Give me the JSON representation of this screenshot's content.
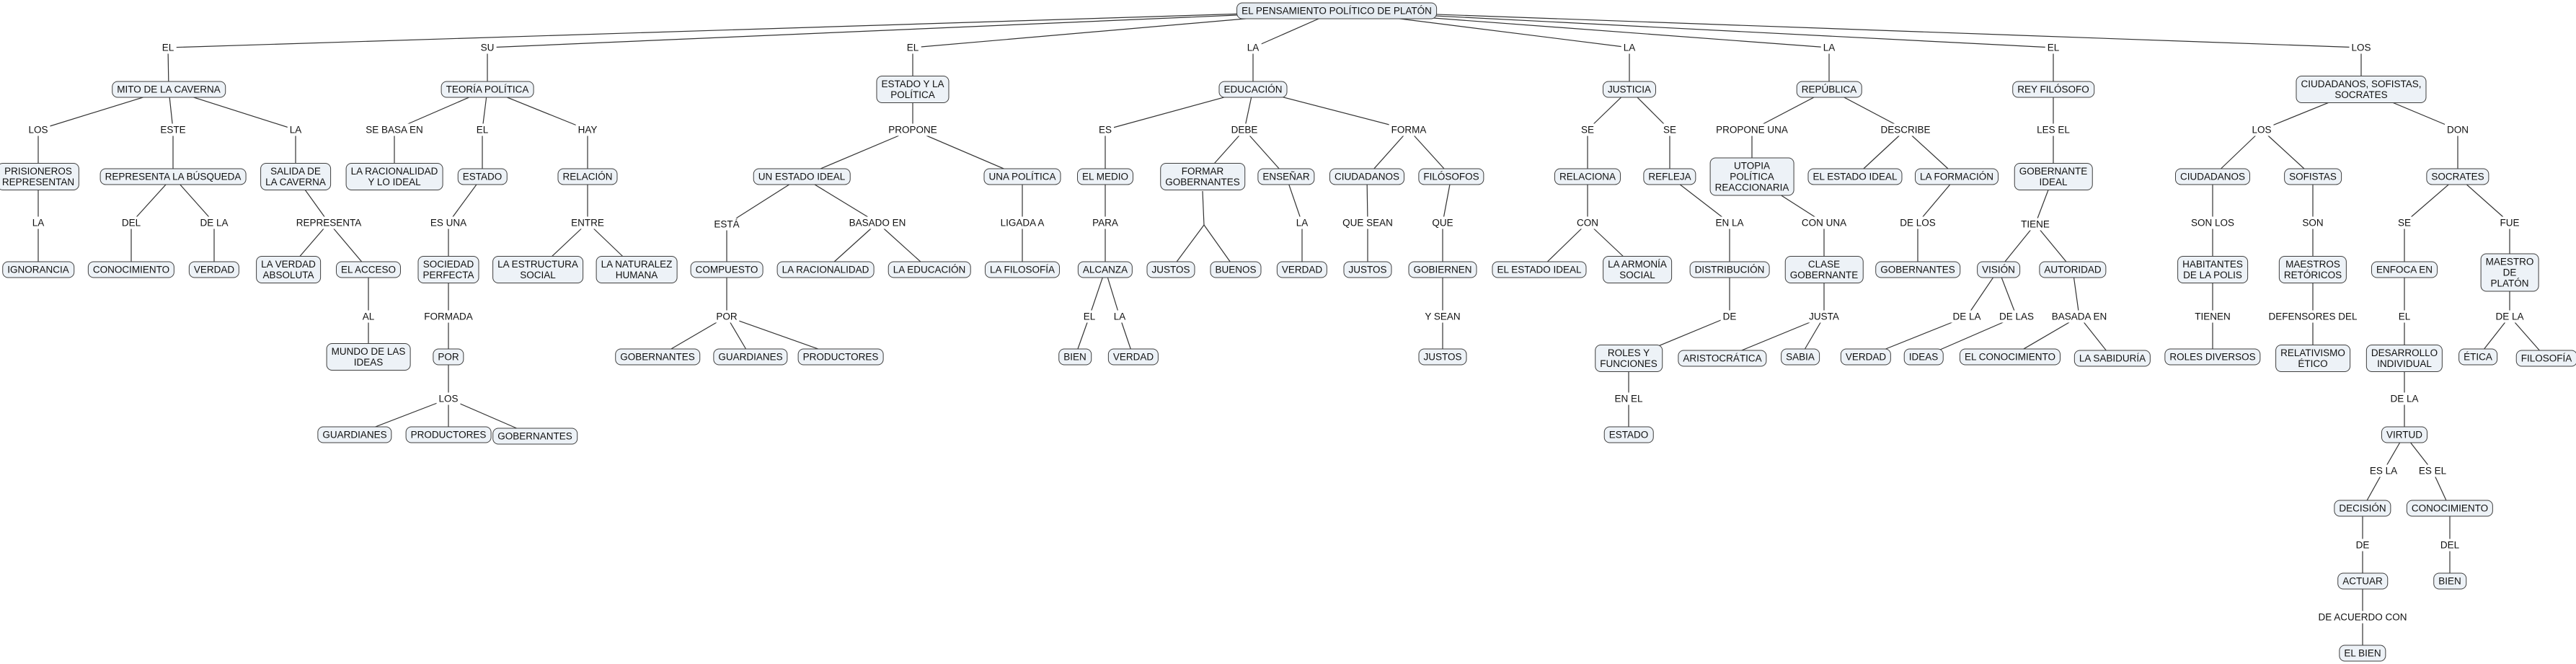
{
  "title": "EL PENSAMIENTO POLÍTICO DE PLATÓN",
  "nodes": {
    "root": "EL PENSAMIENTO POLÍTICO DE PLATÓN",
    "mito": "MITO DE LA CAVERNA",
    "prisioneros": "PRISIONEROS\nREPRESENTAN",
    "ignorancia": "IGNORANCIA",
    "busqueda": "REPRESENTA LA BÚSQUEDA",
    "conocimiento1": "CONOCIMIENTO",
    "verdad1": "VERDAD",
    "salida": "SALIDA DE\nLA CAVERNA",
    "verdadAbs": "LA VERDAD\nABSOLUTA",
    "acceso": "EL ACCESO",
    "mundoIdeas": "MUNDO DE LAS\nIDEAS",
    "teoria": "TEORÍA POLÍTICA",
    "racionalidad1": "LA RACIONALIDAD\nY LO IDEAL",
    "estado1": "ESTADO",
    "sociedad": "SOCIEDAD\nPERFECTA",
    "por1": "POR",
    "guardianes1": "GUARDIANES",
    "productores1": "PRODUCTORES",
    "gobernantes1": "GOBERNANTES",
    "relacion": "RELACIÓN",
    "estructura": "LA ESTRUCTURA\nSOCIAL",
    "naturaleza": "LA NATURALEZ\nHUMANA",
    "estadoPol": "ESTADO Y LA\nPOLÍTICA",
    "estadoIdeal": "UN ESTADO IDEAL",
    "compuesto": "COMPUESTO",
    "gobernantes2": "GOBERNANTES",
    "guardianes2": "GUARDIANES",
    "productores2": "PRODUCTORES",
    "racionalidad2": "LA RACIONALIDAD",
    "educacion1": "LA EDUCACIÓN",
    "unaPolitica": "UNA POLÍTICA",
    "filosofia1": "LA FILOSOFÍA",
    "educacion": "EDUCACIÓN",
    "medio": "EL MEDIO",
    "alcanza": "ALCANZA",
    "bien1": "BIEN",
    "verdad2": "VERDAD",
    "formar": "FORMAR\nGOBERNANTES",
    "justos1": "JUSTOS",
    "buenos": "BUENOS",
    "ensenar": "ENSEÑAR",
    "verdad3": "VERDAD",
    "ciudadanos1": "CIUDADANOS",
    "justos2": "JUSTOS",
    "filosofos": "FILÓSOFOS",
    "gobiernen": "GOBIERNEN",
    "justos3": "JUSTOS",
    "justicia": "JUSTICIA",
    "relaciona": "RELACIONA",
    "estadoIdeal2": "EL ESTADO IDEAL",
    "armonia": "LA ARMONÍA\nSOCIAL",
    "refleja": "REFLEJA",
    "distribucion": "DISTRIBUCIÓN",
    "roles": "ROLES Y\nFUNCIONES",
    "estado2": "ESTADO",
    "republica": "REPÚBLICA",
    "utopia": "UTOPIA\nPOLÍTICA\nREACCIONARIA",
    "estadoIdeal3": "EL ESTADO IDEAL",
    "formacion": "LA FORMACIÓN",
    "gobernantes3": "GOBERNANTES",
    "claseGob": "CLASE\nGOBERNANTE",
    "aristocratica": "ARISTOCRÁTICA",
    "sabia": "SABIA",
    "reyFilosofo": "REY FILÓSOFO",
    "gobIdeal": "GOBERNANTE\nIDEAL",
    "vision": "VISIÓN",
    "verdad4": "VERDAD",
    "ideas": "IDEAS",
    "autoridad": "AUTORIDAD",
    "conocimiento2": "EL CONOCIMIENTO",
    "sabiduria": "LA SABIDURÍA",
    "ciudSof": "CIUDADANOS, SOFISTAS,\nSOCRATES",
    "ciudadanos2": "CIUDADANOS",
    "habitantes": "HABITANTES\nDE LA POLIS",
    "rolesDiv": "ROLES DIVERSOS",
    "sofistas": "SOFISTAS",
    "maestros": "MAESTROS\nRETÓRICOS",
    "relativismo": "RELATIVISMO\nÉTICO",
    "socrates": "SOCRATES",
    "enfoca": "ENFOCA EN",
    "desarrollo": "DESARROLLO\nINDIVIDUAL",
    "virtud": "VIRTUD",
    "decision": "DECISIÓN",
    "actuar": "ACTUAR",
    "elBien": "EL BIEN",
    "conocimiento3": "CONOCIMIENTO",
    "bien2": "BIEN",
    "maestroPlaton": "MAESTRO\nDE\nPLATÓN",
    "etica": "ÉTICA",
    "filosofia2": "FILOSOFÍA"
  },
  "labels": {
    "l_el1": "EL",
    "l_su": "SU",
    "l_el2": "EL",
    "l_la1": "LA",
    "l_la2": "LA",
    "l_la3": "LA",
    "l_el3": "EL",
    "l_los1": "LOS",
    "l_los2": "LOS",
    "l_este": "ESTE",
    "l_la4": "LA",
    "l_la5": "LA",
    "l_del1": "DEL",
    "l_dela1": "DE LA",
    "l_representa": "REPRESENTA",
    "l_al": "AL",
    "l_sebasa": "SE BASA EN",
    "l_el4": "EL",
    "l_hay": "HAY",
    "l_esuna": "ES UNA",
    "l_formada": "FORMADA",
    "l_los3": "LOS",
    "l_entre": "ENTRE",
    "l_propone": "PROPONE",
    "l_esta": "ESTÁ",
    "l_basado": "BASADO EN",
    "l_por2": "POR",
    "l_ligada": "LIGADA A",
    "l_es1": "ES",
    "l_debe": "DEBE",
    "l_forma": "FORMA",
    "l_para": "PARA",
    "l_el5": "EL",
    "l_la6": "LA",
    "l_la7": "LA",
    "l_quesean": "QUE SEAN",
    "l_que": "QUE",
    "l_ysean": "Y SEAN",
    "l_se1": "SE",
    "l_se2": "SE",
    "l_con1": "CON",
    "l_enla": "EN LA",
    "l_de1": "DE",
    "l_enel": "EN EL",
    "l_proponeuna": "PROPONE UNA",
    "l_describe": "DESCRIBE",
    "l_delos": "DE LOS",
    "l_conuna": "CON UNA",
    "l_justa": "JUSTA",
    "l_lesel": "LES EL",
    "l_tiene": "TIENE",
    "l_dela2": "DE LA",
    "l_delas": "DE LAS",
    "l_basada": "BASADA EN",
    "l_los4": "LOS",
    "l_don": "DON",
    "l_sonlos": "SON LOS",
    "l_tienen": "TIENEN",
    "l_son": "SON",
    "l_defensores": "DEFENSORES DEL",
    "l_se3": "SE",
    "l_fue": "FUE",
    "l_el6": "EL",
    "l_dela3": "DE LA",
    "l_dela4": "DE LA",
    "l_esla": "ES LA",
    "l_esel": "ES EL",
    "l_de2": "DE",
    "l_del2": "DEL",
    "l_deacuerdo": "DE ACUERDO CON"
  }
}
